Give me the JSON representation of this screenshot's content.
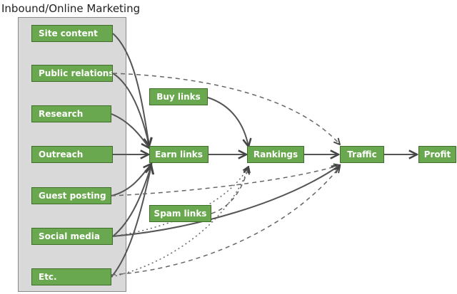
{
  "title": "Inbound/Online Marketing",
  "sources": [
    {
      "label": "Site content"
    },
    {
      "label": "Public relations"
    },
    {
      "label": "Research"
    },
    {
      "label": "Outreach"
    },
    {
      "label": "Guest posting"
    },
    {
      "label": "Social media"
    },
    {
      "label": "Etc."
    }
  ],
  "nodes": {
    "buy_links": "Buy links",
    "earn_links": "Earn links",
    "spam_links": "Spam links",
    "rankings": "Rankings",
    "traffic": "Traffic",
    "profit": "Profit"
  },
  "colors": {
    "node_fill": "#6aa84f",
    "node_border": "#3d6e2a",
    "panel_fill": "#d9d9d9",
    "edge": "#555555"
  }
}
